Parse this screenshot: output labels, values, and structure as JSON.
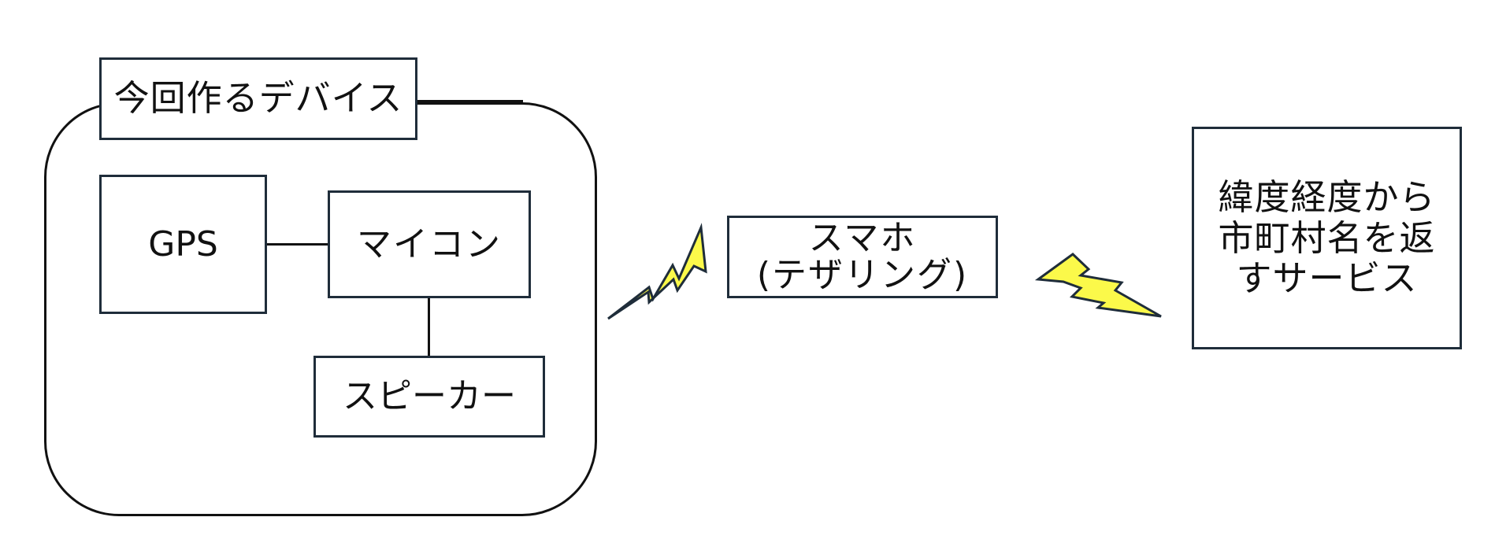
{
  "device": {
    "title": "今回作るデバイス",
    "gps": "GPS",
    "mcu": "マイコン",
    "speaker": "スピーカー"
  },
  "phone": {
    "label": "スマホ\n(テザリング)"
  },
  "service": {
    "label": "緯度経度から\n市町村名を返\nすサービス"
  },
  "colors": {
    "lightning_fill": "#fbf94a",
    "box_border": "#1f2d3a",
    "line": "#111111"
  }
}
